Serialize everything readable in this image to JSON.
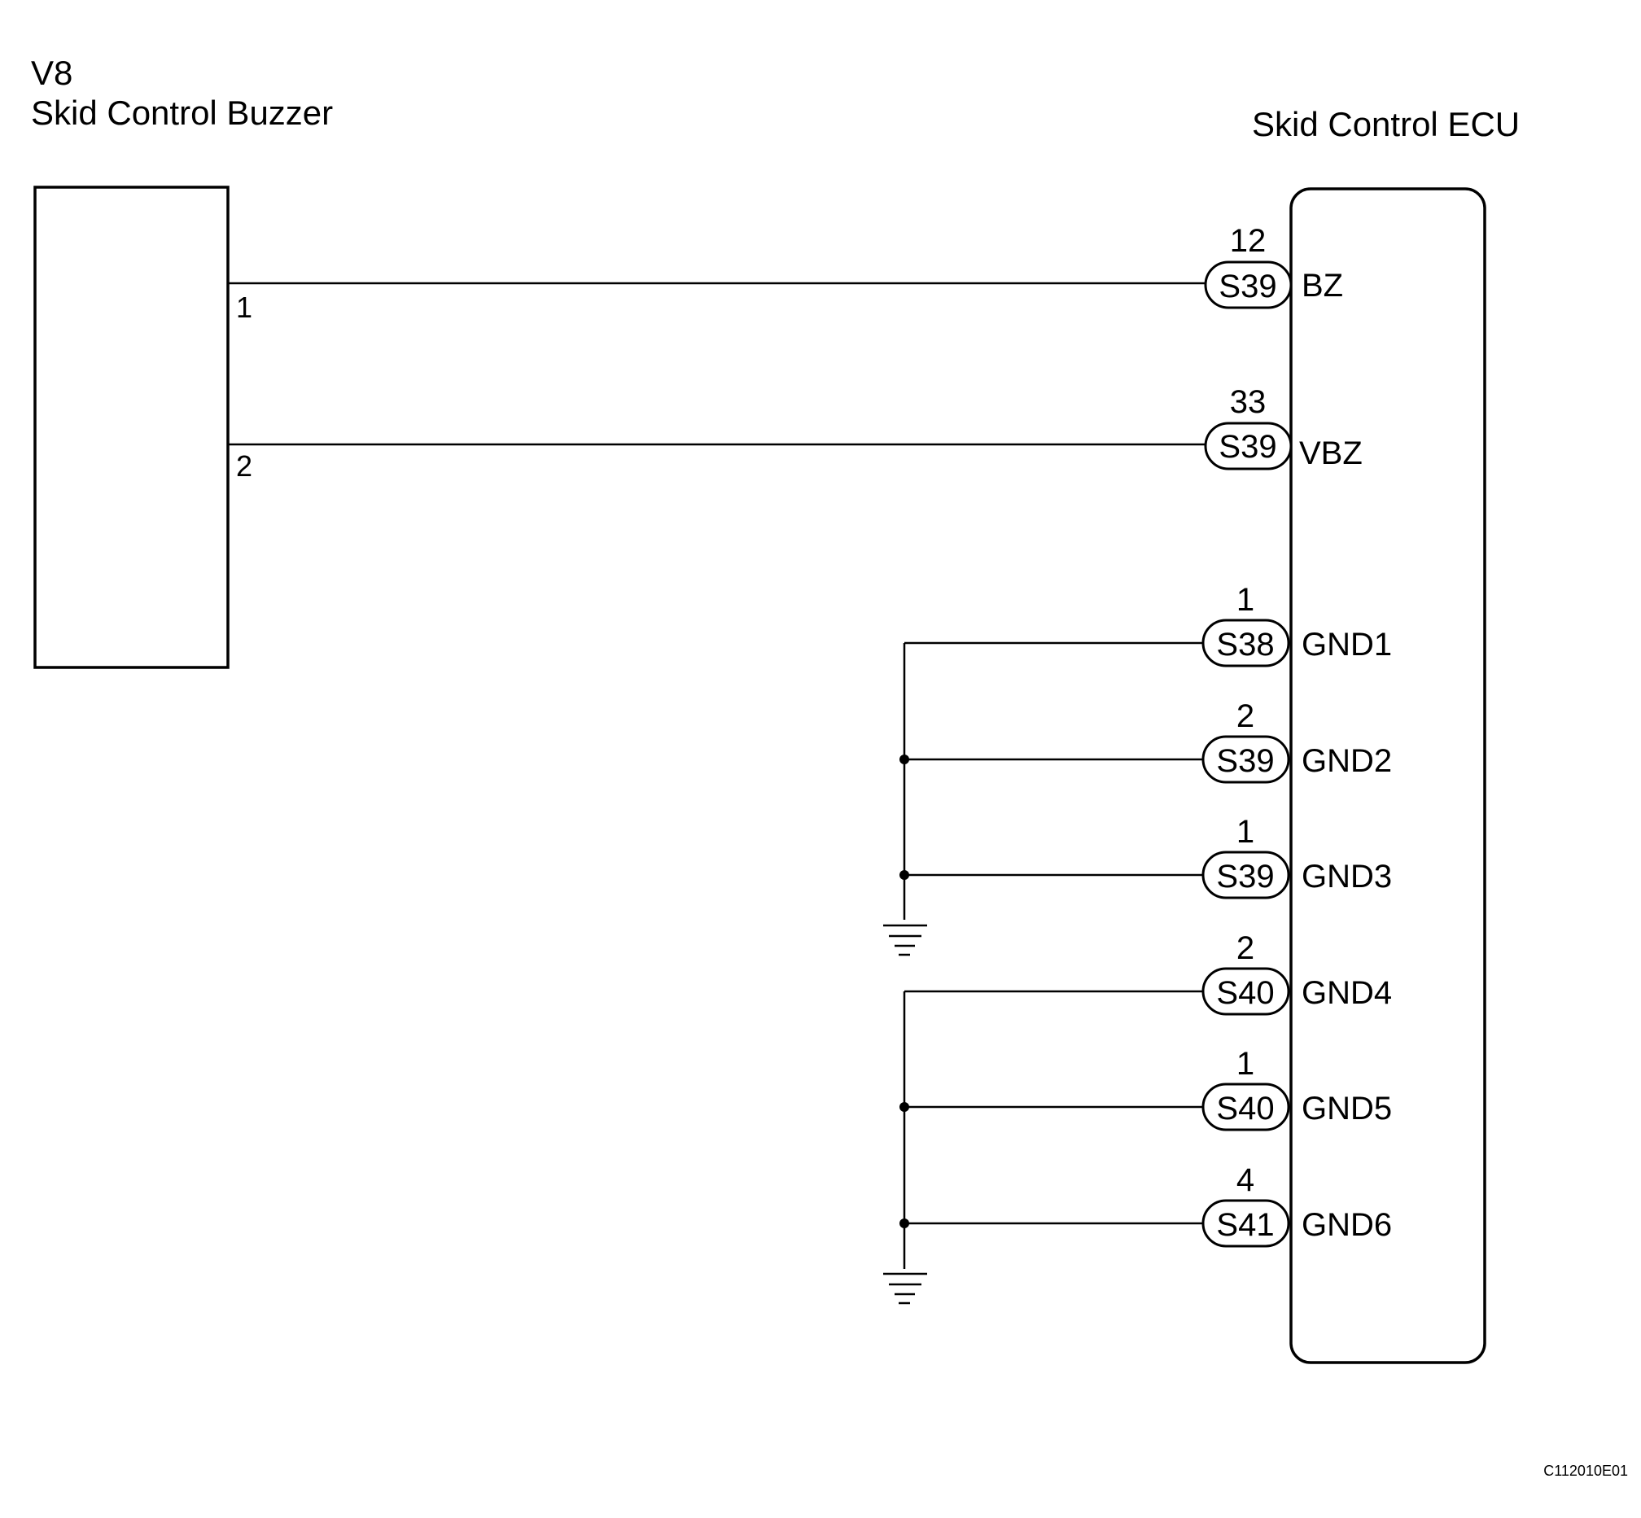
{
  "buzzer": {
    "code": "V8",
    "name": "Skid Control Buzzer",
    "pins": [
      "1",
      "2"
    ]
  },
  "ecu": {
    "name": "Skid Control ECU",
    "terminals": [
      {
        "pin": "12",
        "connector": "S39",
        "signal": "BZ"
      },
      {
        "pin": "33",
        "connector": "S39",
        "signal": "VBZ"
      },
      {
        "pin": "1",
        "connector": "S38",
        "signal": "GND1"
      },
      {
        "pin": "2",
        "connector": "S39",
        "signal": "GND2"
      },
      {
        "pin": "1",
        "connector": "S39",
        "signal": "GND3"
      },
      {
        "pin": "2",
        "connector": "S40",
        "signal": "GND4"
      },
      {
        "pin": "1",
        "connector": "S40",
        "signal": "GND5"
      },
      {
        "pin": "4",
        "connector": "S41",
        "signal": "GND6"
      }
    ]
  },
  "figure_id": "C112010E01"
}
